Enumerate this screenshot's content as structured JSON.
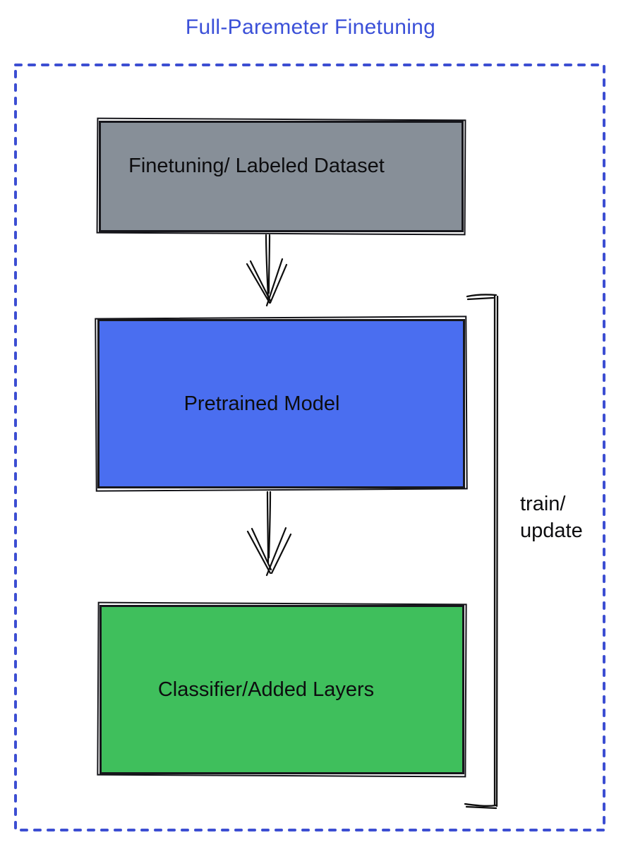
{
  "title": {
    "text": "Full-Paremeter Finetuning",
    "color": "#3b50d8"
  },
  "diagram": {
    "boxes": [
      {
        "name": "finetuning-dataset",
        "label": "Finetuning/ Labeled Dataset",
        "fill": "#878f98"
      },
      {
        "name": "pretrained-model",
        "label": "Pretrained Model",
        "fill": "#4a6ef0"
      },
      {
        "name": "classifier-added-layers",
        "label": "Classifier/Added Layers",
        "fill": "#3fbf5c"
      }
    ],
    "arrows": [
      {
        "name": "dataset-to-pretrained",
        "direction": "down"
      },
      {
        "name": "pretrained-to-classifier",
        "direction": "down"
      }
    ],
    "bracket_label": {
      "line1": "train/",
      "line2": "update"
    },
    "colors": {
      "dashed_border": "#3c4ed2",
      "stroke": "#0e0e0e",
      "label_text": "#0d0d0f"
    }
  }
}
